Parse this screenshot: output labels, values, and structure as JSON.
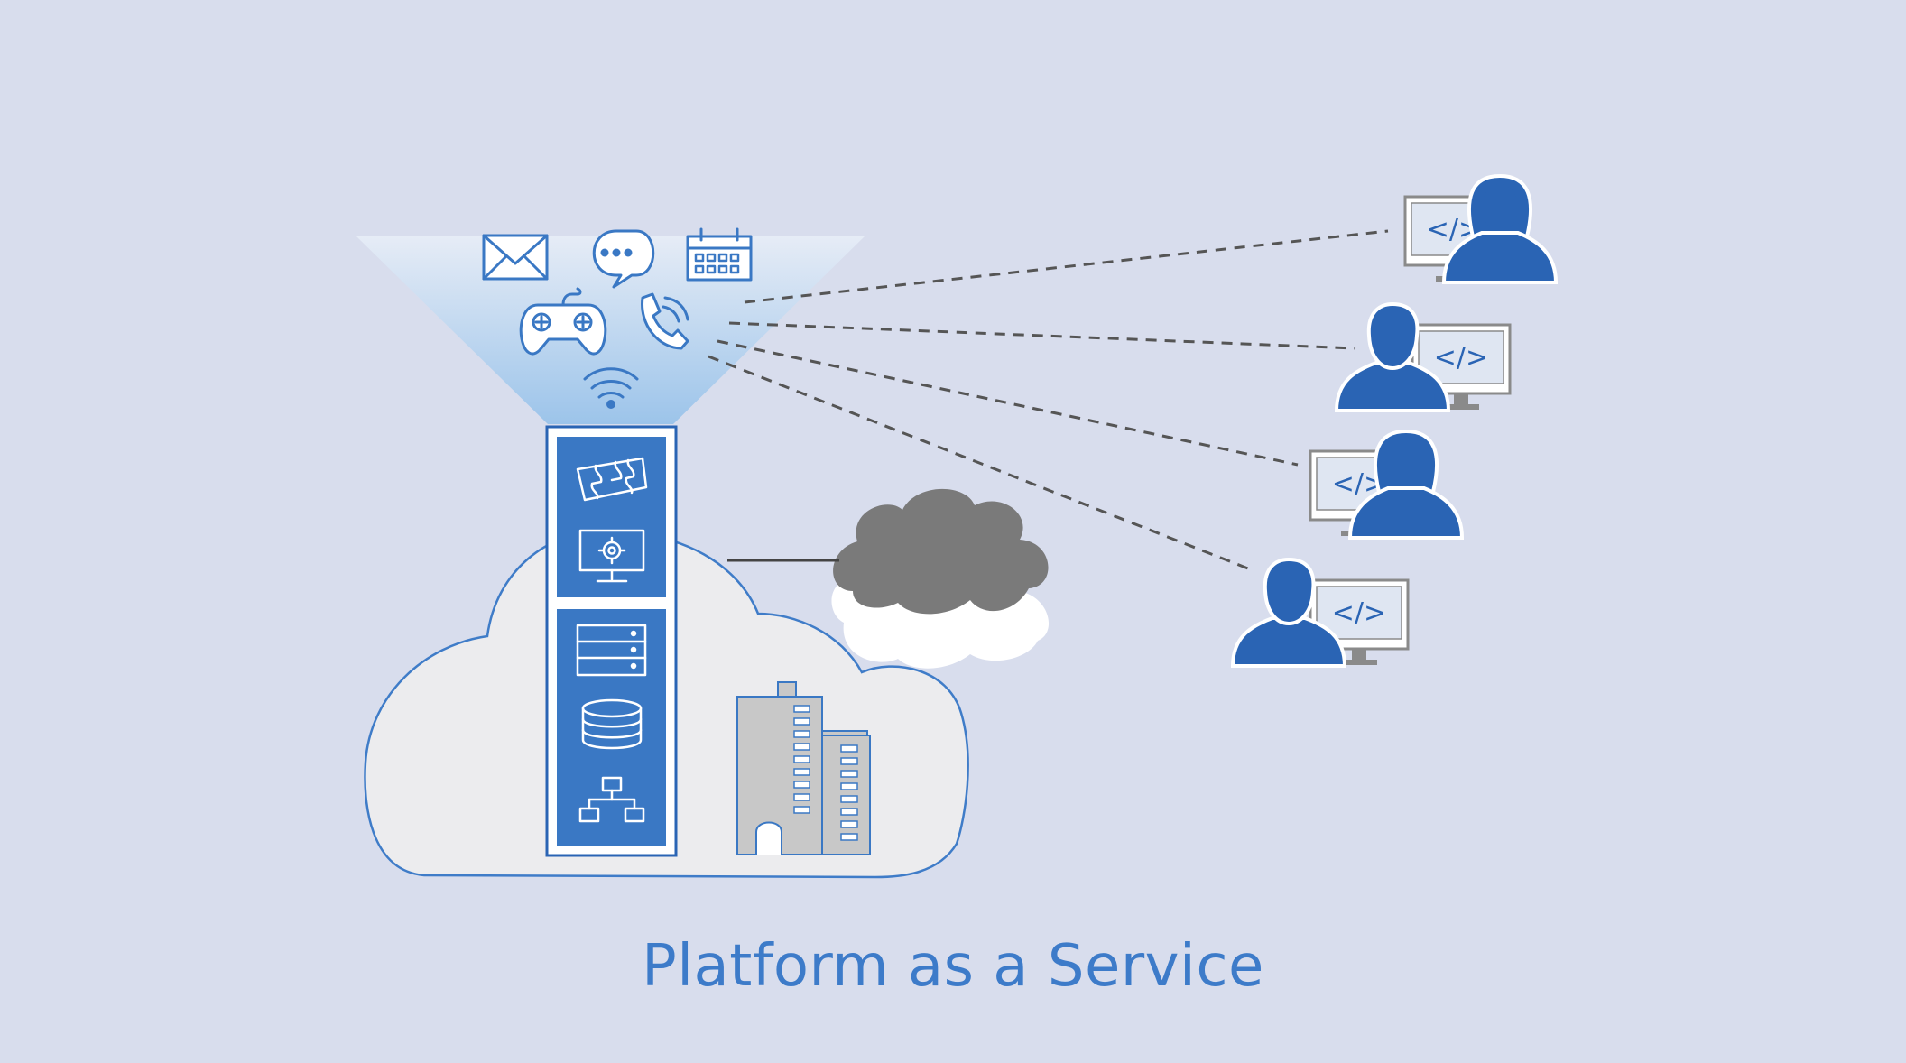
{
  "caption": "Platform as a Service",
  "developer_screen_label": "</>",
  "colors": {
    "background": "#d8dded",
    "accent_blue": "#3a78c4",
    "dark_blue": "#2a64b4",
    "cloud_fill": "#ececee",
    "cloud_stroke": "#3f7cc8",
    "storm_cloud": "#7a7a7a",
    "building_gray": "#c8c8c8",
    "caption": "#3d7bc9"
  },
  "funnel_icons": [
    "envelope-icon",
    "chat-bubble-icon",
    "calendar-icon",
    "gamepad-icon",
    "phone-icon",
    "wifi-icon"
  ],
  "platform_tower_icons": [
    "puzzle-icon",
    "monitor-gear-icon",
    "server-icon",
    "database-icon",
    "network-icon"
  ],
  "developers": [
    {
      "name": "developer-1",
      "gender": "female",
      "screen_side": "left"
    },
    {
      "name": "developer-2",
      "gender": "male",
      "screen_side": "right"
    },
    {
      "name": "developer-3",
      "gender": "female",
      "screen_side": "left"
    },
    {
      "name": "developer-4",
      "gender": "male",
      "screen_side": "right"
    }
  ]
}
